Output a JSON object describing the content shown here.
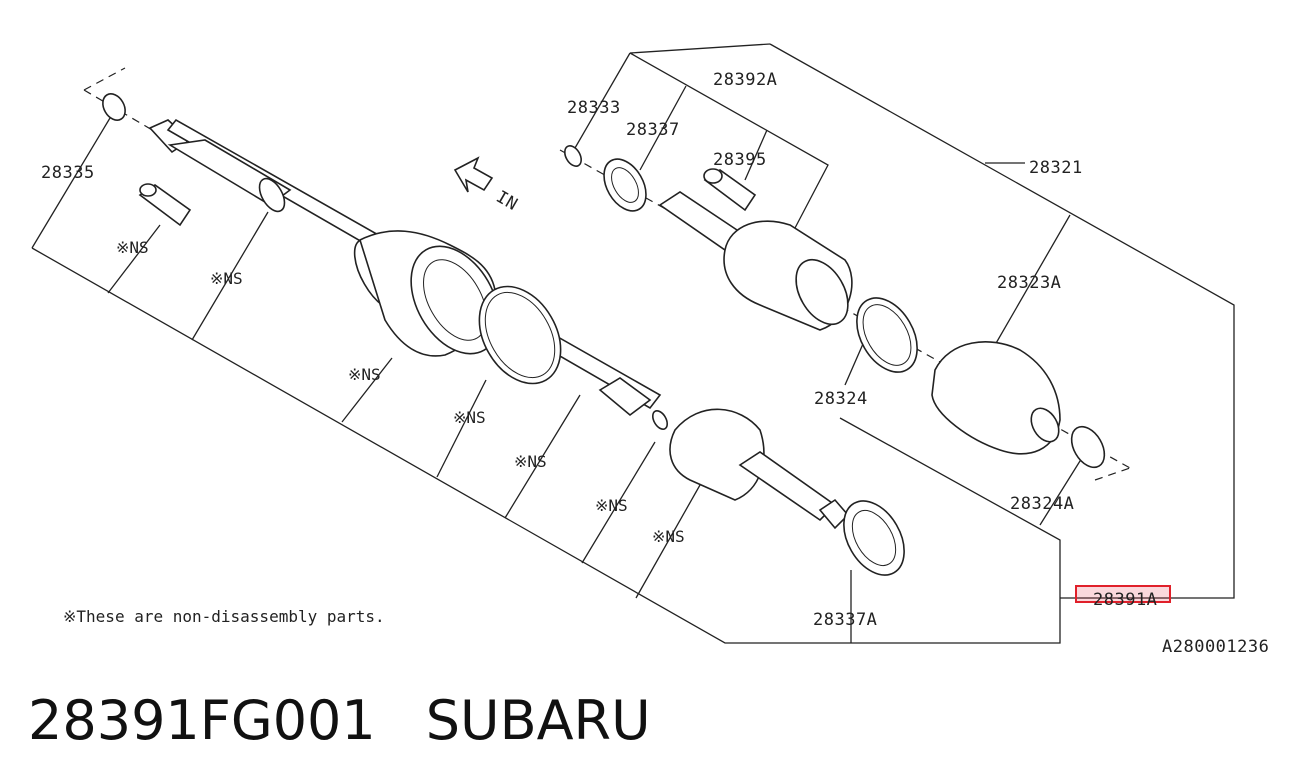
{
  "labels": {
    "l28333": "28333",
    "l28392A": "28392A",
    "l28337": "28337",
    "l28395": "28395",
    "l28321": "28321",
    "l28335": "28335",
    "l28323A": "28323A",
    "l28324": "28324",
    "l28324A": "28324A",
    "l28391A": "28391A",
    "l28337A": "28337A"
  },
  "ns_label": "※NS",
  "direction_label": "IN",
  "note": "※These are non-disassembly parts.",
  "diagram_code": "A280001236",
  "highlight_part": "28391A",
  "footer": {
    "part_number": "28391FG001",
    "brand": "SUBARU"
  },
  "colors": {
    "line": "#222222",
    "highlight": "#e0202a"
  }
}
